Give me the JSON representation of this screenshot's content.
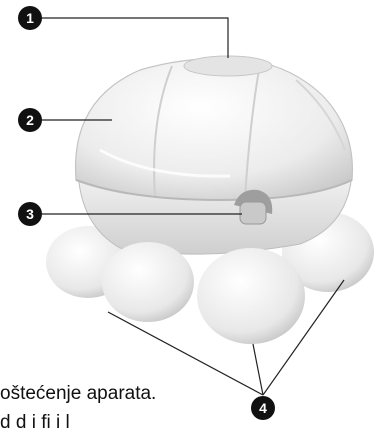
{
  "callouts": [
    {
      "number": "1"
    },
    {
      "number": "2"
    },
    {
      "number": "3"
    },
    {
      "number": "4"
    }
  ],
  "caption": {
    "line1": "oštećenje aparata.",
    "line2": "d d i fi i l"
  },
  "colors": {
    "body": "#f2f2f2",
    "shadow": "#d4d4d4",
    "top_window": "#e6e6e6",
    "button": "#bdbdbd",
    "marker": "#111111"
  }
}
